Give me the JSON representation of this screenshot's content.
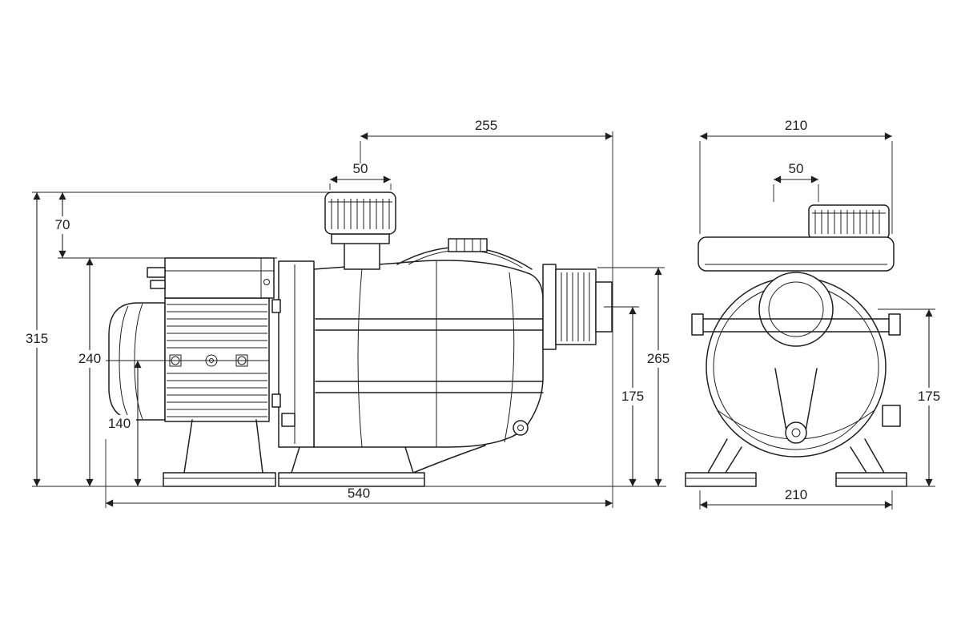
{
  "page": {
    "background": "#ffffff",
    "line_color": "#1f1f1f"
  },
  "drawing": {
    "kind": "technical-dimension-drawing",
    "views": [
      "side-view",
      "front-view"
    ]
  },
  "dimensions": {
    "side_view": {
      "lid_width": "50",
      "lid_center_to_outlet": "255",
      "total_height": "315",
      "lid_to_motor_top": "70",
      "motor_top_to_ground": "240",
      "axis_to_ground": "140",
      "total_length": "540",
      "outlet_top_to_ground": "265",
      "outlet_axis_to_ground": "175"
    },
    "front_view": {
      "top_width": "210",
      "lid_opening_width": "50",
      "inlet_axis_height": "175",
      "base_width": "210"
    }
  }
}
